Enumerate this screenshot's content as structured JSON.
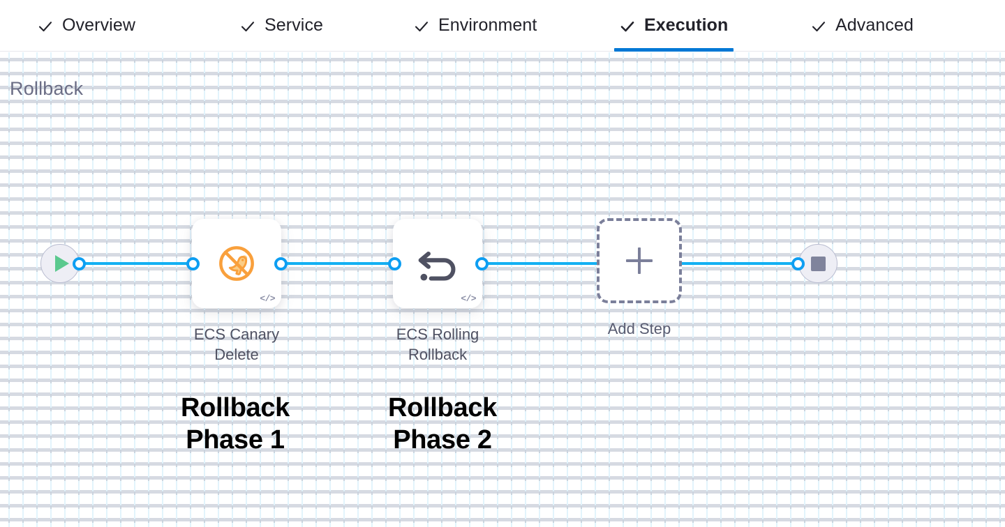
{
  "tabs": {
    "items": [
      {
        "id": "overview",
        "label": "Overview",
        "icon": "check-icon",
        "active": false,
        "completed": true
      },
      {
        "id": "service",
        "label": "Service",
        "icon": "check-icon",
        "active": false,
        "completed": true
      },
      {
        "id": "environment",
        "label": "Environment",
        "icon": "check-icon",
        "active": false,
        "completed": true
      },
      {
        "id": "execution",
        "label": "Execution",
        "icon": "check-icon",
        "active": true,
        "completed": true
      },
      {
        "id": "advanced",
        "label": "Advanced",
        "icon": "check-icon",
        "active": false,
        "completed": true
      }
    ],
    "active_underline_color": "#0278d5"
  },
  "section": {
    "title": "Rollback",
    "title_color": "#6b6d85"
  },
  "flow": {
    "start_node": {
      "icon": "play-icon",
      "color": "#5bc98e"
    },
    "end_node": {
      "icon": "stop-icon",
      "color": "#80849c"
    },
    "connector_color": "#13b0f3",
    "port_color": "#0d9ef2",
    "steps": [
      {
        "id": "ecs-canary-delete",
        "label": "ECS Canary\nDelete",
        "label_line_1": "ECS Canary",
        "label_line_2": "Delete",
        "icon": "ecs-canary-delete-icon",
        "icon_color": "#F9A825",
        "badge": "</>",
        "badge_icon": "code-icon"
      },
      {
        "id": "ecs-rolling-rollback",
        "label": "ECS Rolling\nRollback",
        "label_line_1": "ECS Rolling",
        "label_line_2": "Rollback",
        "icon": "rollback-arrow-icon",
        "icon_color": "#4f5162",
        "badge": "</>",
        "badge_icon": "code-icon"
      }
    ],
    "add_step": {
      "label": "Add Step",
      "icon": "plus-icon"
    }
  },
  "annotations": [
    {
      "id": "annot-phase-1",
      "line_1": "Rollback",
      "line_2": "Phase 1"
    },
    {
      "id": "annot-phase-2",
      "line_1": "Rollback",
      "line_2": "Phase 2"
    }
  ]
}
